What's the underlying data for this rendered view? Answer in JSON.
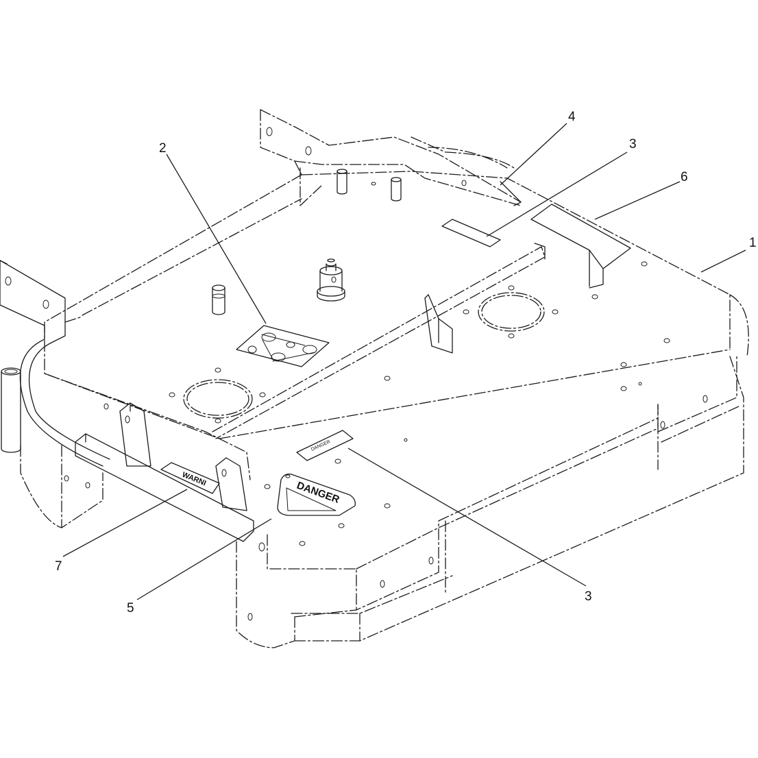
{
  "callouts": [
    {
      "label": "1"
    },
    {
      "label": "2"
    },
    {
      "label": "3"
    },
    {
      "label": "4"
    },
    {
      "label": "6"
    },
    {
      "label": "7"
    },
    {
      "label": "5"
    },
    {
      "label": "3"
    }
  ],
  "decals": {
    "danger_large": "DANGER",
    "danger_small": "DANGER",
    "warning": "WARNI"
  },
  "colors": {
    "line": "#1a1a1a",
    "background": "#ffffff"
  }
}
